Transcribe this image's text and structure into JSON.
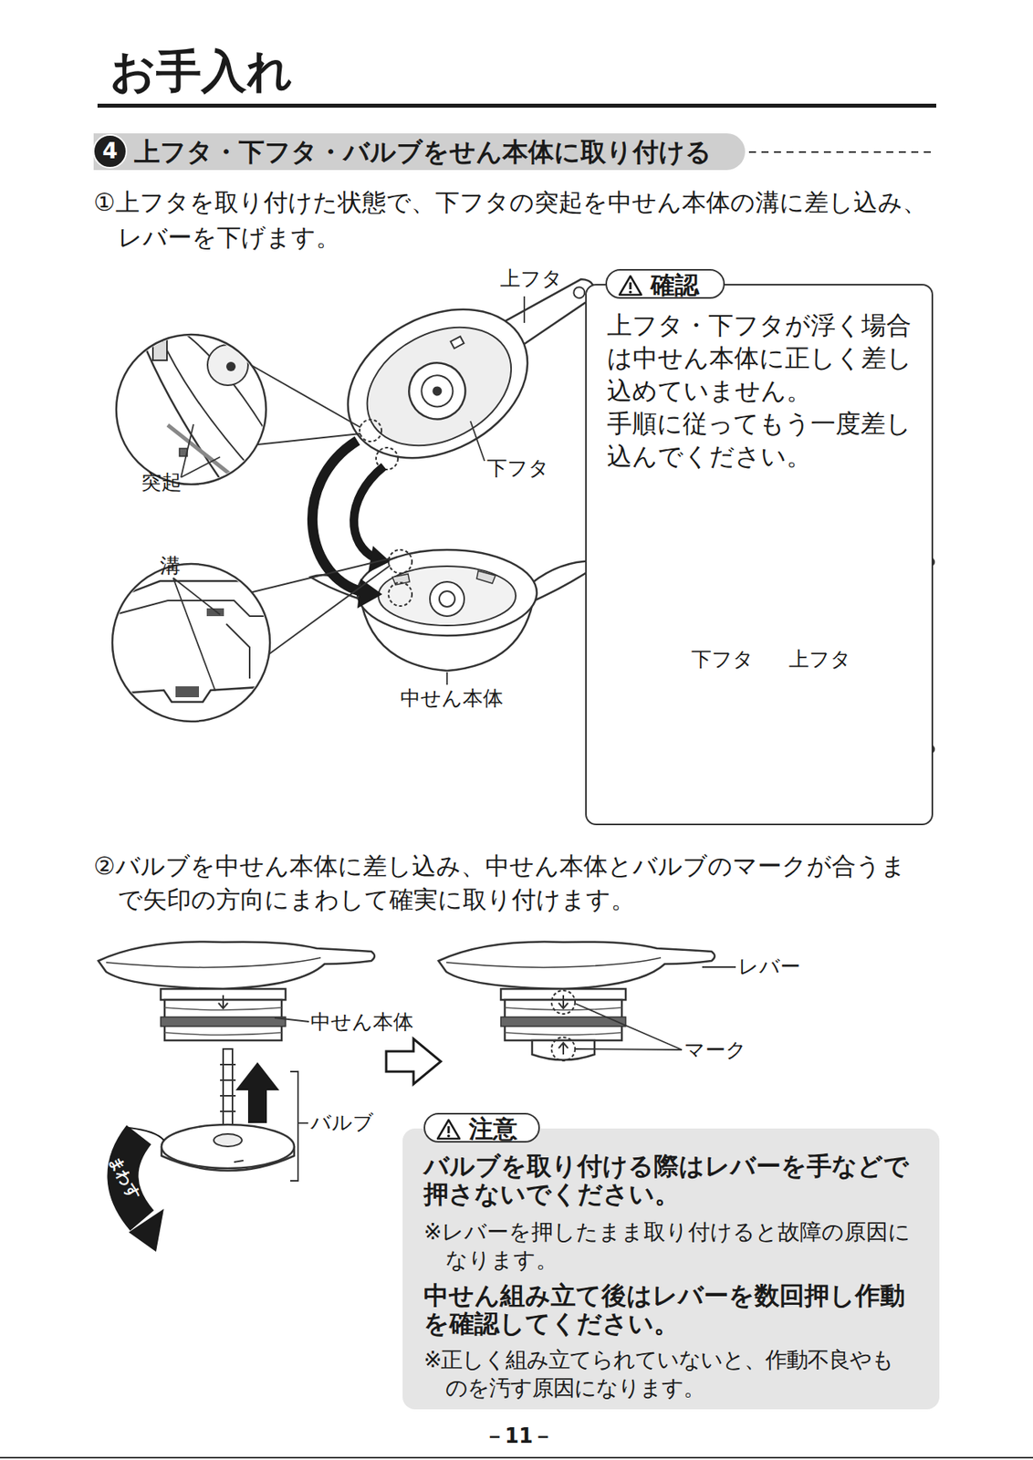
{
  "diagram": {
    "title": "お手入れ",
    "nodes": [
      {
        "text": [
          "上フタ・下フタ・バルブをせん本体に取り付ける"
        ]
      },
      {
        "text": [
          "4"
        ],
        "in": 0
      },
      {
        "text": [
          "確認",
          "上フタ・下フタが浮く場合は中せん本体に正しく差し込めていません。",
          "手順に従ってもう一度差し込んでください。"
        ]
      },
      {
        "text": [
          "注意",
          "バルブを取り付ける際はレバーを手などで押さないでください。",
          "※レバーを押したまま取り付けると故障の原因になります。",
          "中せん組み立て後はレバーを数回押し作動を確認してください。",
          "※正しく組み立てられていないと、作動不良やものを汚す原因になります。"
        ]
      }
    ],
    "labels": [
      "①上フタを取り付けた状態で、下フタの突起を中せん本体の溝に差し込み、レバーを下げます。",
      "上フタ",
      "突起",
      "下フタ",
      "溝",
      "中せん本体",
      "下フタ",
      "上フタ",
      "②バルブを中せん本体に差し込み、中せん本体とバルブのマークが合うまで矢印の方向にまわして確実に取り付けます。",
      "中せん本体",
      "レバー",
      "マーク",
      "バルブ",
      "まわす",
      "－11－"
    ]
  }
}
